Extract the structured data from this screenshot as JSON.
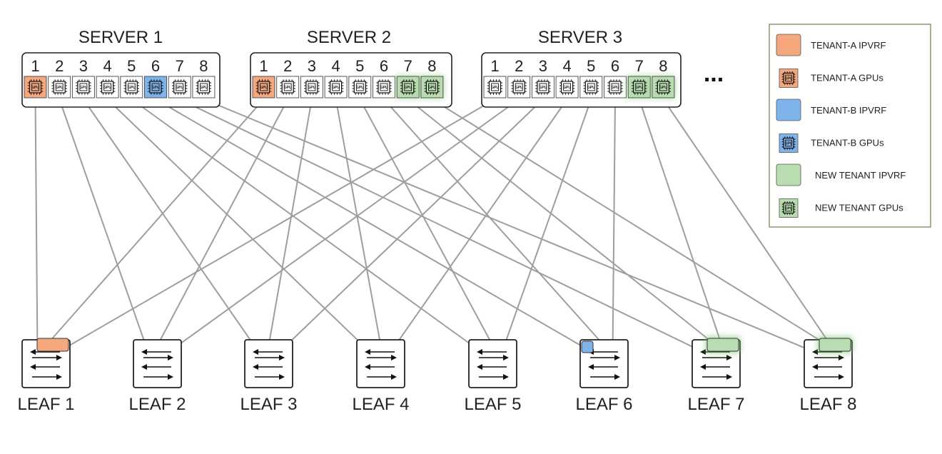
{
  "colors": {
    "tenant_a": "#f5a77e",
    "tenant_b": "#7fb3ec",
    "new_tenant": "#b9dcb0",
    "link": "#9e9e9e",
    "border": "#222222",
    "glow": "#7ec46f"
  },
  "gpu_chip_label": "GPU",
  "servers": [
    {
      "title": "SERVER 1",
      "slots": [
        {
          "label": "1",
          "tenant": "a"
        },
        {
          "label": "2",
          "tenant": "none"
        },
        {
          "label": "3",
          "tenant": "none"
        },
        {
          "label": "4",
          "tenant": "none"
        },
        {
          "label": "5",
          "tenant": "none"
        },
        {
          "label": "6",
          "tenant": "b"
        },
        {
          "label": "7",
          "tenant": "none"
        },
        {
          "label": "8",
          "tenant": "none"
        }
      ]
    },
    {
      "title": "SERVER 2",
      "slots": [
        {
          "label": "1",
          "tenant": "a"
        },
        {
          "label": "2",
          "tenant": "none"
        },
        {
          "label": "3",
          "tenant": "none"
        },
        {
          "label": "4",
          "tenant": "none"
        },
        {
          "label": "5",
          "tenant": "none"
        },
        {
          "label": "6",
          "tenant": "none"
        },
        {
          "label": "7",
          "tenant": "new"
        },
        {
          "label": "8",
          "tenant": "new"
        }
      ]
    },
    {
      "title": "SERVER 3",
      "slots": [
        {
          "label": "1",
          "tenant": "none"
        },
        {
          "label": "2",
          "tenant": "none"
        },
        {
          "label": "3",
          "tenant": "none"
        },
        {
          "label": "4",
          "tenant": "none"
        },
        {
          "label": "5",
          "tenant": "none"
        },
        {
          "label": "6",
          "tenant": "none"
        },
        {
          "label": "7",
          "tenant": "new"
        },
        {
          "label": "8",
          "tenant": "new"
        }
      ]
    }
  ],
  "more_servers": "...",
  "leaves": [
    {
      "label": "LEAF 1",
      "vrf": "a"
    },
    {
      "label": "LEAF 2",
      "vrf": "none"
    },
    {
      "label": "LEAF 3",
      "vrf": "none"
    },
    {
      "label": "LEAF 4",
      "vrf": "none"
    },
    {
      "label": "LEAF 5",
      "vrf": "none"
    },
    {
      "label": "LEAF 6",
      "vrf": "b"
    },
    {
      "label": "LEAF 7",
      "vrf": "new"
    },
    {
      "label": "LEAF 8",
      "vrf": "new"
    }
  ],
  "legend": [
    {
      "label": "TENANT-A IPVRF",
      "kind": "vrf",
      "tenant": "a"
    },
    {
      "label": "TENANT-A GPUs",
      "kind": "gpu",
      "tenant": "a"
    },
    {
      "label": "TENANT-B IPVRF",
      "kind": "vrf",
      "tenant": "b"
    },
    {
      "label": "TENANT-B GPUs",
      "kind": "gpu",
      "tenant": "b"
    },
    {
      "label": "NEW TENANT IPVRF",
      "kind": "vrf",
      "tenant": "new"
    },
    {
      "label": "NEW TENANT GPUs",
      "kind": "gpu",
      "tenant": "new"
    }
  ]
}
